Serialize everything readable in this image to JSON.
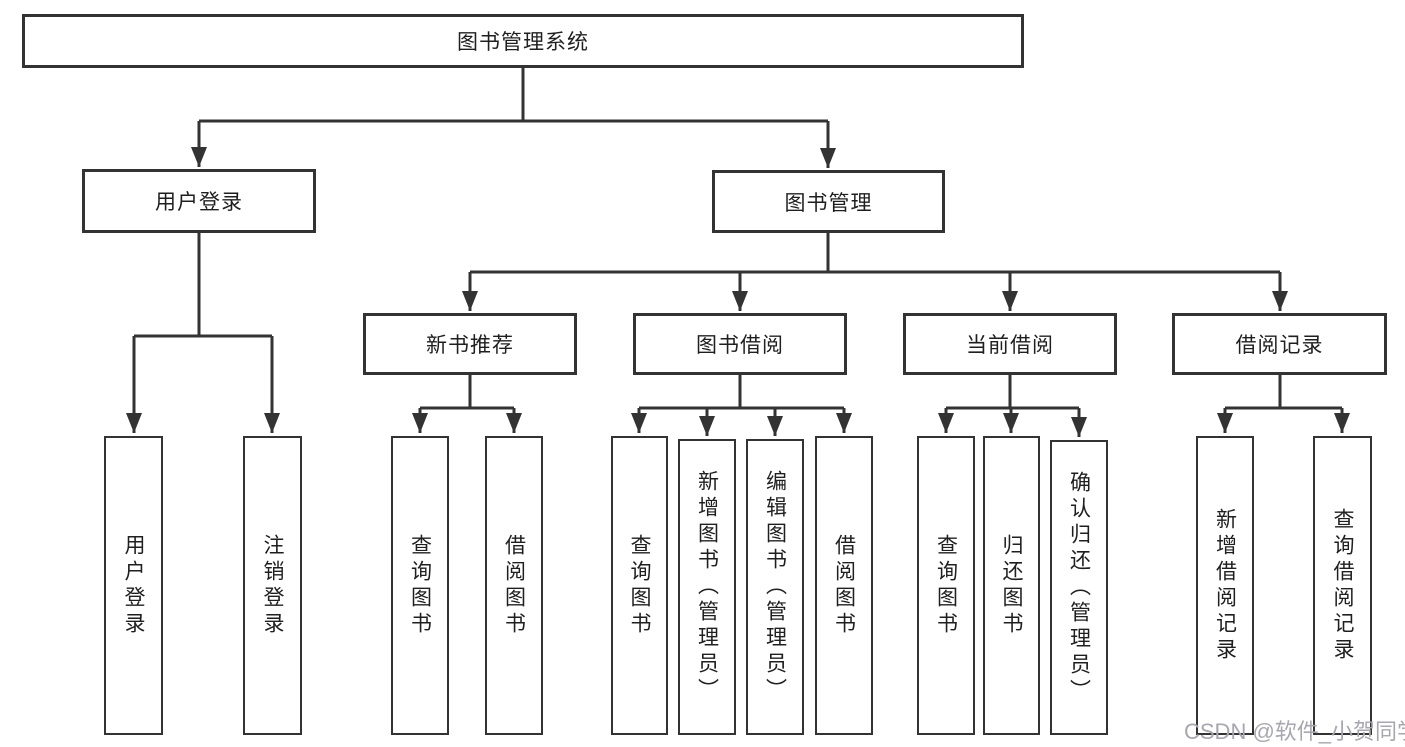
{
  "tree": {
    "root": "图书管理系统",
    "branches": [
      {
        "label": "用户登录",
        "children": [
          "用户登录",
          "注销登录"
        ]
      },
      {
        "label": "图书管理",
        "groups": [
          {
            "label": "新书推荐",
            "children": [
              "查询图书",
              "借阅图书"
            ]
          },
          {
            "label": "图书借阅",
            "children": [
              "查询图书",
              "新增图书（管理员）",
              "编辑图书（管理员）",
              "借阅图书"
            ]
          },
          {
            "label": "当前借阅",
            "children": [
              "查询图书",
              "归还图书",
              "确认归还（管理员）"
            ]
          },
          {
            "label": "借阅记录",
            "children": [
              "新增借阅记录",
              "查询借阅记录"
            ]
          }
        ]
      }
    ]
  },
  "colors": {
    "line": "#333333",
    "box_border": "#333333",
    "box_background": "#ffffff",
    "text": "#1f1f1f",
    "watermark": "#a7a7af"
  },
  "watermark": {
    "text": "CSDN @软件_小贺同学"
  }
}
